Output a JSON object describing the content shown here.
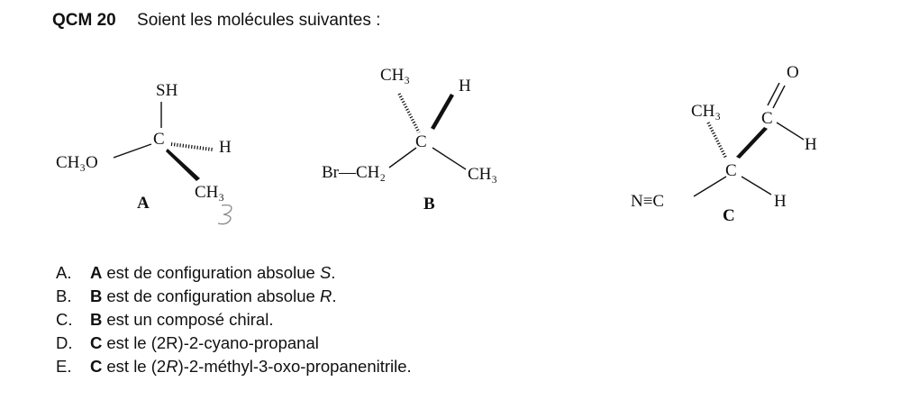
{
  "header": {
    "number": "QCM 20",
    "title": "Soient les molécules suivantes :"
  },
  "molecules": {
    "A": {
      "label": "A",
      "top": "SH",
      "left": "CH₃O",
      "center": "C",
      "right": "H",
      "bottom": "CH₃"
    },
    "B": {
      "label": "B",
      "top": "CH₃",
      "top_right": "H",
      "center": "C",
      "left": "Br—CH₂",
      "right": "CH₃"
    },
    "C": {
      "label": "C",
      "left": "N≡C",
      "center": "C",
      "top": "CH₃",
      "right": "H",
      "carbonyl_c": "C",
      "carbonyl_o": "O",
      "carbonyl_h": "H"
    }
  },
  "options": [
    {
      "letter": "A.",
      "subject": "A",
      "pre": "est de configuration absolue",
      "config": "S",
      "post": "."
    },
    {
      "letter": "B.",
      "subject": "B",
      "pre": "est de configuration absolue",
      "config": "R",
      "post": "."
    },
    {
      "letter": "C.",
      "subject": "B",
      "pre": "est un composé chiral.",
      "config": "",
      "post": ""
    },
    {
      "letter": "D.",
      "subject": "C",
      "pre": "est le (2R)-2-cyano-propanal",
      "config": "",
      "post": ""
    },
    {
      "letter": "E.",
      "subject": "C",
      "pre": "est le (2",
      "config": "R",
      "post": ")-2-méthyl-3-oxo-propanenitrile."
    }
  ]
}
